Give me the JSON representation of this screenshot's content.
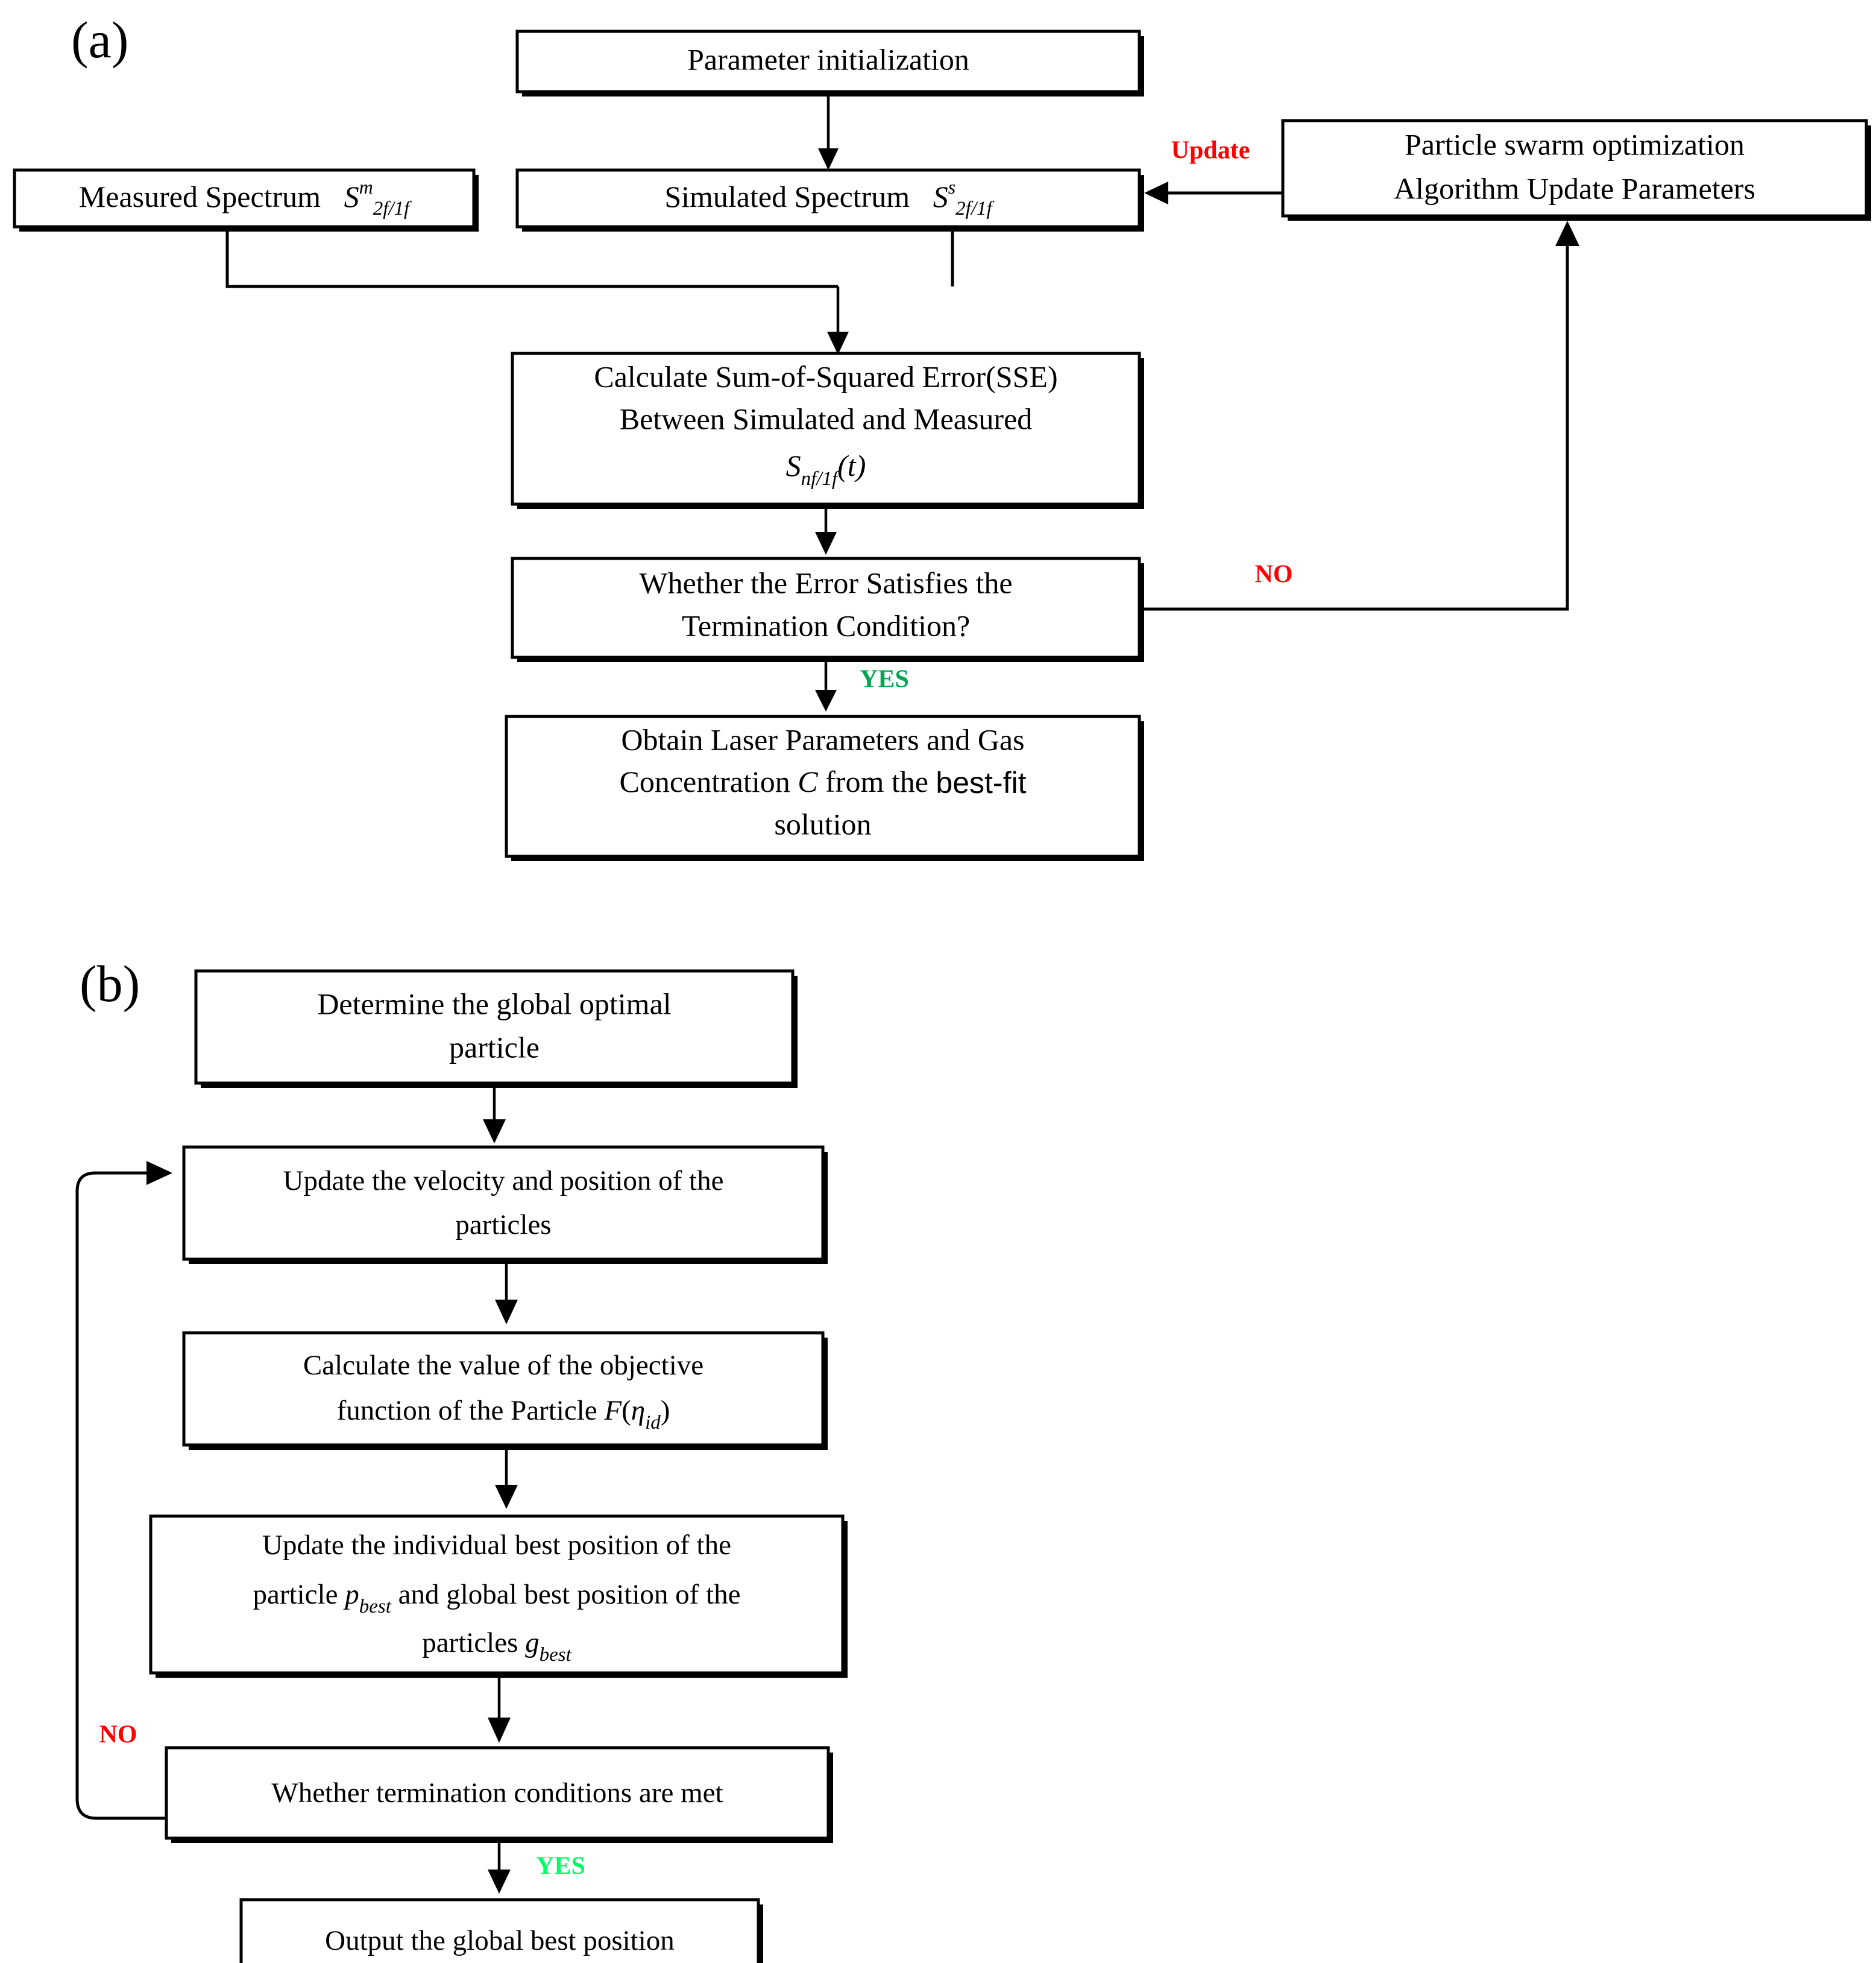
{
  "figure": {
    "panels": [
      {
        "id": "a",
        "label": "(a)"
      },
      {
        "id": "b",
        "label": "(b)"
      }
    ]
  },
  "colors": {
    "no": "#FF0000",
    "yes_a": "#00A651",
    "yes_b": "#00FF66",
    "update": "#FF0000",
    "stroke": "#000000",
    "box_fill": "#FFFFFF"
  },
  "panel_a": {
    "label": "(a)",
    "boxes": {
      "param_init": {
        "text": "Parameter initialization"
      },
      "measured_spectrum": {
        "text": "Measured Spectrum",
        "symbol_base": "S",
        "symbol_sup": "m",
        "symbol_sub": "2f/1f"
      },
      "simulated_spectrum": {
        "text": "Simulated Spectrum",
        "symbol_base": "S",
        "symbol_sup": "s",
        "symbol_sub": "2f/1f"
      },
      "pso_update": {
        "line1": "Particle swarm optimization",
        "line2": "Algorithm Update Parameters"
      },
      "calc_sse": {
        "line1": "Calculate  Sum-of-Squared Error(SSE)",
        "line2": "Between Simulated and Measured",
        "line3_base": "S",
        "line3_sub": "nf/1f",
        "line3_tail": "(t)"
      },
      "termination_check": {
        "line1": "Whether the Error Satisfies the",
        "line2": "Termination Condition?"
      },
      "obtain_params": {
        "line1": "Obtain Laser Parameters and Gas",
        "line2_a": "Concentration ",
        "line2_c": "C",
        "line2_b": " from the ",
        "line2_d": "best-fit",
        "line3": "solution"
      }
    },
    "edge_labels": {
      "update": "Update",
      "no": "NO",
      "yes": "YES"
    }
  },
  "panel_b": {
    "label": "(b)",
    "boxes": {
      "determine_global": {
        "line1": "Determine the global optimal",
        "line2": "particle"
      },
      "update_velocity": {
        "line1": "Update the velocity and position of the",
        "line2": "particles"
      },
      "calc_objective": {
        "line1": "Calculate the value of the objective",
        "line2_a": "function of the Particle ",
        "line2_f": "F",
        "line2_paren_open": "(",
        "line2_eta": "η",
        "line2_sub": "id",
        "line2_paren_close": ")"
      },
      "update_best": {
        "line1_a": "Update the individual best position of the",
        "line2_a": "particle ",
        "line2_p": "p",
        "line2_pbest": "best",
        "line2_b": " and global best position of the",
        "line3_a": "particles ",
        "line3_g": "g",
        "line3_gbest": "best"
      },
      "termination_check": {
        "text": "Whether termination conditions are met"
      },
      "output_best": {
        "text": "Output the global best position"
      }
    },
    "edge_labels": {
      "no": "NO",
      "yes": "YES"
    }
  }
}
